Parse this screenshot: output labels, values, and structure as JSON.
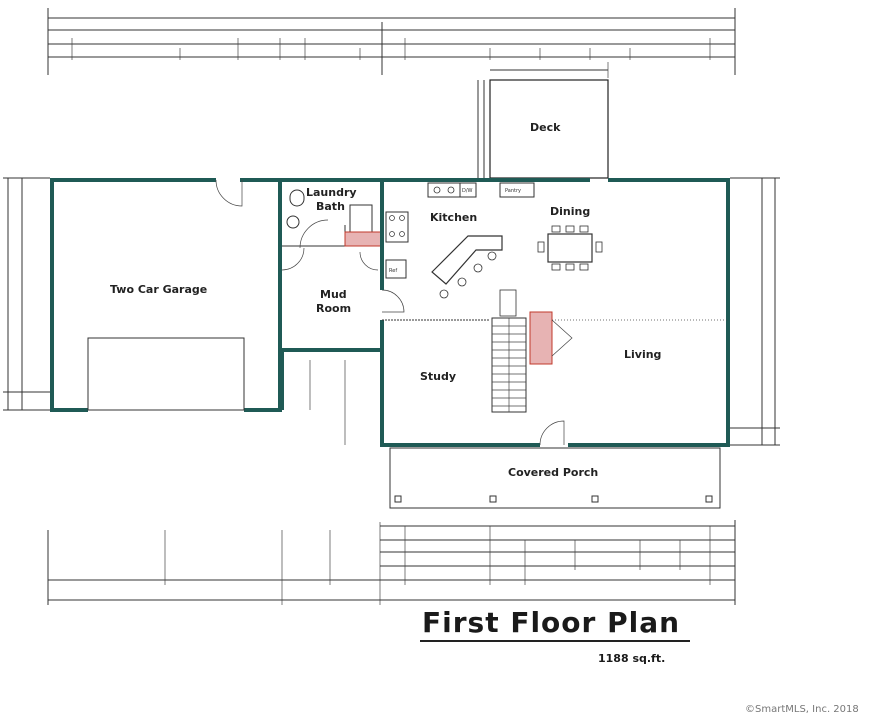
{
  "rooms": {
    "garage": "Two Car Garage",
    "laundry_line1": "Laundry",
    "laundry_line2": "Bath",
    "mud_line1": "Mud",
    "mud_line2": "Room",
    "kitchen": "Kitchen",
    "dining": "Dining",
    "deck": "Deck",
    "study": "Study",
    "living": "Living",
    "porch": "Covered Porch",
    "pantry": "Pantry",
    "dw": "D/W",
    "ref": "Ref"
  },
  "title": "First Floor Plan",
  "area": "1188 sq.ft.",
  "copyright": "©SmartMLS, Inc. 2018",
  "colors": {
    "wall": "#1f5a55",
    "hatch": "#c0392b"
  }
}
